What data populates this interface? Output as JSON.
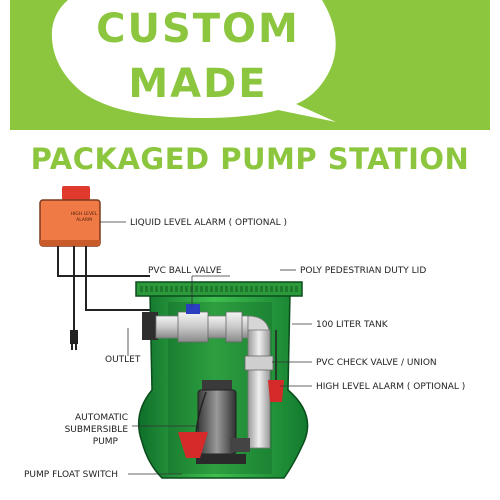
{
  "banner": {
    "line1": "CUSTOM",
    "line2": "MADE",
    "green": "#8cc63f"
  },
  "headline": "PACKAGED PUMP STATION",
  "panel": {
    "brand_line1": "HIGH LEVEL",
    "brand_line2": "ALARM"
  },
  "labels": {
    "liquid_level_alarm": "LIQUID LEVEL ALARM ( OPTIONAL )",
    "pvc_ball_valve": "PVC BALL VALVE",
    "poly_lid": "POLY PEDESTRIAN DUTY LID",
    "tank": "100 LITER TANK",
    "outlet": "OUTLET",
    "check_valve": "PVC CHECK VALVE / UNION",
    "high_level_alarm": "HIGH LEVEL ALARM ( OPTIONAL )",
    "pump_line1": "AUTOMATIC",
    "pump_line2": "SUBMERSIBLE",
    "pump_line3": "PUMP",
    "float_switch": "PUMP FLOAT SWITCH"
  }
}
